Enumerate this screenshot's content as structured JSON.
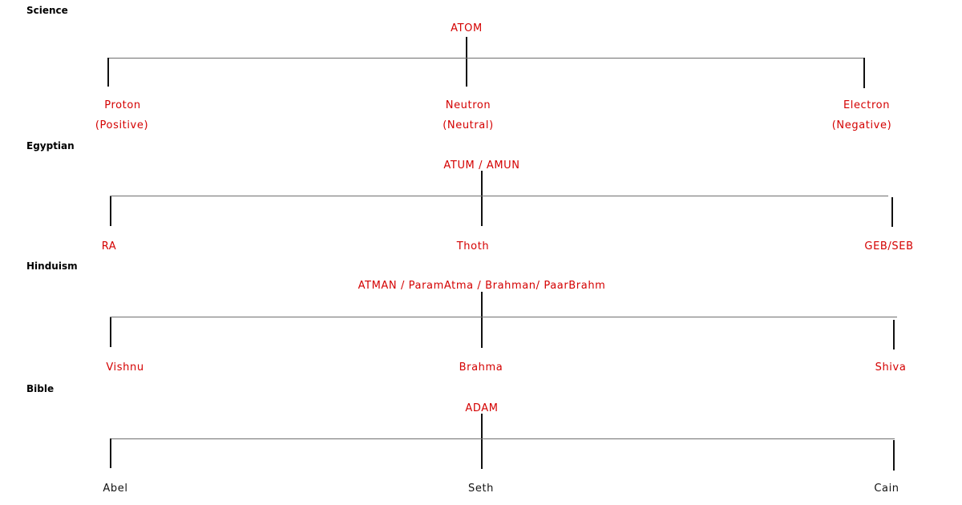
{
  "sections": [
    {
      "heading": "Science",
      "root": "ATOM",
      "children": [
        {
          "label": "Proton",
          "sublabel": "(Positive)"
        },
        {
          "label": "Neutron",
          "sublabel": "(Neutral)"
        },
        {
          "label": "Electron",
          "sublabel": "(Negative)"
        }
      ]
    },
    {
      "heading": "Egyptian",
      "root": "ATUM / AMUN",
      "children": [
        {
          "label": "RA"
        },
        {
          "label": "Thoth"
        },
        {
          "label": "GEB/SEB"
        }
      ]
    },
    {
      "heading": "Hinduism",
      "root": "ATMAN / ParamAtma / Brahman/ PaarBrahm",
      "children": [
        {
          "label": "Vishnu"
        },
        {
          "label": "Brahma"
        },
        {
          "label": "Shiva"
        }
      ]
    },
    {
      "heading": "Bible",
      "root": "ADAM",
      "children": [
        {
          "label": "Abel"
        },
        {
          "label": "Seth"
        },
        {
          "label": "Cain"
        }
      ]
    }
  ],
  "colors": {
    "node_text": "#d40000",
    "bible_children_text": "#111111",
    "heading_text": "#000000",
    "connector": "#111111"
  }
}
